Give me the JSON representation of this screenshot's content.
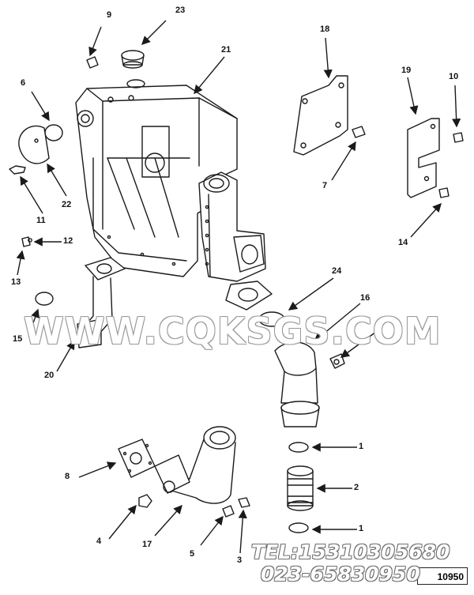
{
  "callouts": [
    {
      "id": "c9",
      "text": "9"
    },
    {
      "id": "c23",
      "text": "23"
    },
    {
      "id": "c18",
      "text": "18"
    },
    {
      "id": "c21",
      "text": "21"
    },
    {
      "id": "c19",
      "text": "19"
    },
    {
      "id": "c10",
      "text": "10"
    },
    {
      "id": "c6",
      "text": "6"
    },
    {
      "id": "c7",
      "text": "7"
    },
    {
      "id": "c22",
      "text": "22"
    },
    {
      "id": "c11",
      "text": "11"
    },
    {
      "id": "c14",
      "text": "14"
    },
    {
      "id": "c12",
      "text": "12"
    },
    {
      "id": "c13",
      "text": "13"
    },
    {
      "id": "c24",
      "text": "24"
    },
    {
      "id": "c16",
      "text": "16"
    },
    {
      "id": "c15",
      "text": "15"
    },
    {
      "id": "c1a",
      "text": "1"
    },
    {
      "id": "c20",
      "text": "20"
    },
    {
      "id": "c1b",
      "text": "1"
    },
    {
      "id": "c8",
      "text": "8"
    },
    {
      "id": "c2",
      "text": "2"
    },
    {
      "id": "c1c",
      "text": "1"
    },
    {
      "id": "c4",
      "text": "4"
    },
    {
      "id": "c17",
      "text": "17"
    },
    {
      "id": "c5",
      "text": "5"
    },
    {
      "id": "c3",
      "text": "3"
    }
  ],
  "watermark": "WWW.CQKSGS.COM",
  "contact": {
    "tel": "TEL:15310305680",
    "phone": "023-65830950"
  },
  "figure_number": "10950",
  "colors": {
    "line": "#1a1a1a",
    "watermark_outline": "#9a9a9a"
  }
}
